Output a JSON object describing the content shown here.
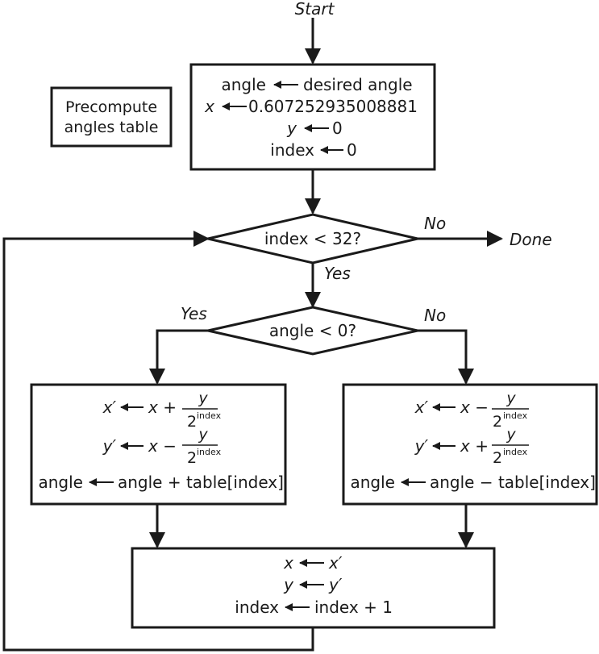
{
  "flowchart": {
    "start_label": "Start",
    "precompute_label_line1": "Precompute",
    "precompute_label_line2": "angles table",
    "init": {
      "angle_var": "angle",
      "angle_val": "desired angle",
      "x_var": "x",
      "x_val": "0.607252935008881",
      "y_var": "y",
      "y_val": "0",
      "index_var": "index",
      "index_val": "0"
    },
    "loop_condition": "index < 32?",
    "loop_no_label": "No",
    "done_label": "Done",
    "loop_yes_label": "Yes",
    "angle_condition": "angle < 0?",
    "branch_yes_label": "Yes",
    "branch_no_label": "No",
    "left_box": {
      "x_prime": "x′",
      "x_expr": "x +",
      "y_prime": "y′",
      "y_expr": "x −",
      "frac_num": "y",
      "frac_base": "2",
      "frac_exp": "index",
      "angle_var": "angle",
      "angle_expr": "angle + table[index]"
    },
    "right_box": {
      "x_prime": "x′",
      "x_expr": "x −",
      "y_prime": "y′",
      "y_expr": "x +",
      "frac_num": "y",
      "frac_base": "2",
      "frac_exp": "index",
      "angle_var": "angle",
      "angle_expr": "angle − table[index]"
    },
    "update_box": {
      "x_var": "x",
      "x_val": "x′",
      "y_var": "y",
      "y_val": "y′",
      "index_var": "index",
      "index_expr": "index + 1"
    }
  }
}
